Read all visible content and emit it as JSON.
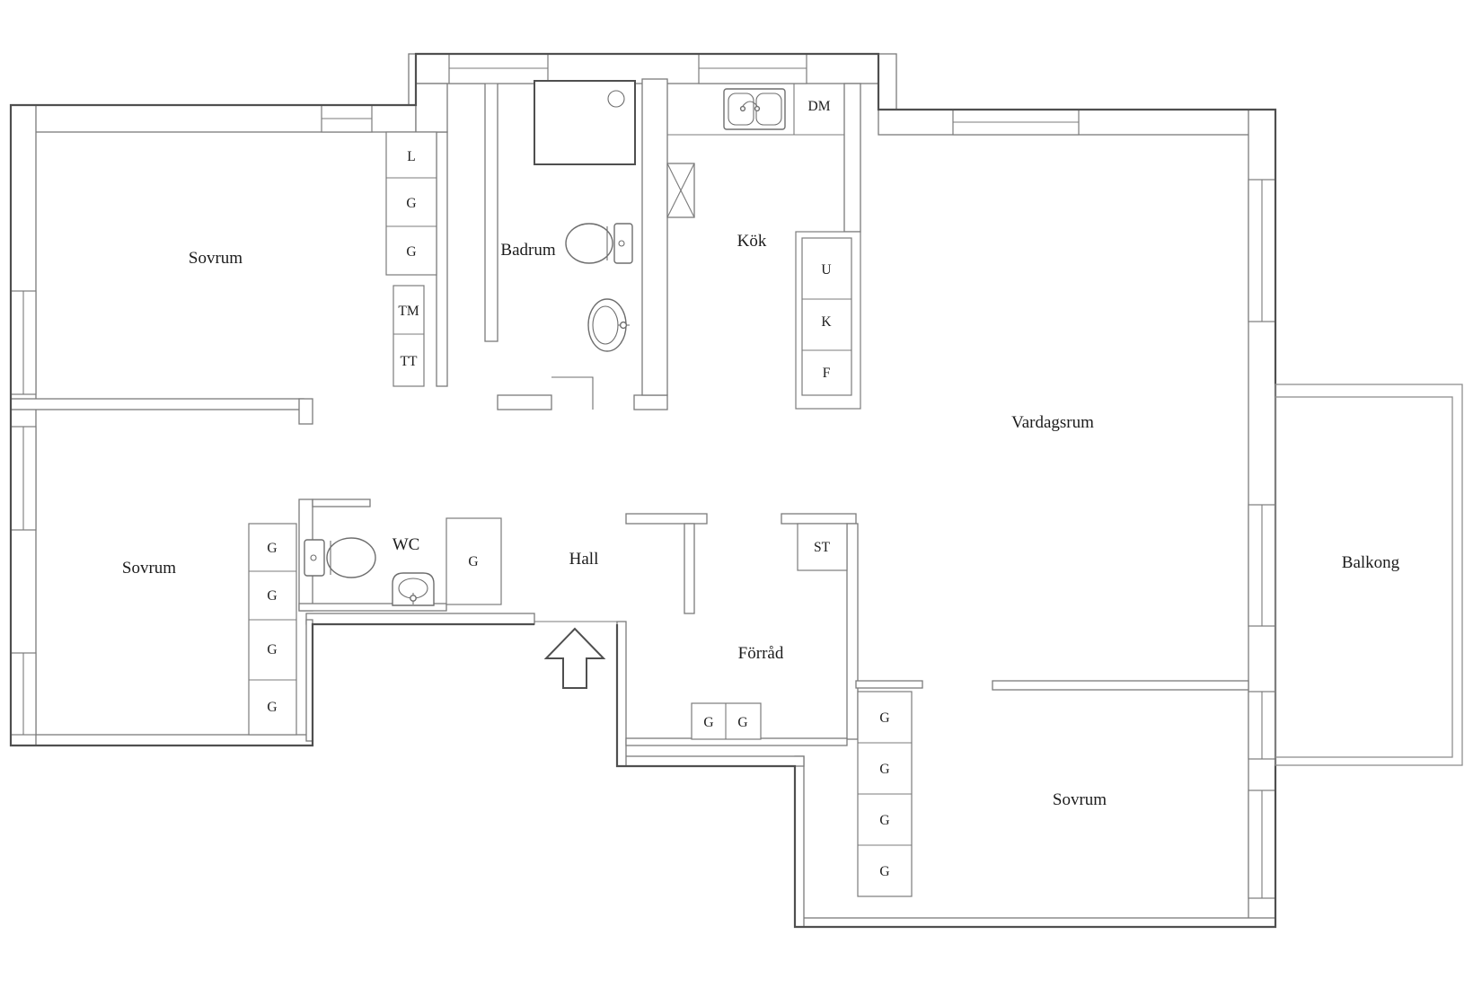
{
  "rooms": {
    "sovrum_top_left": "Sovrum",
    "sovrum_bottom_left": "Sovrum",
    "sovrum_bottom_right": "Sovrum",
    "badrum": "Badrum",
    "kok": "Kök",
    "vardagsrum": "Vardagsrum",
    "balkong": "Balkong",
    "hall": "Hall",
    "wc": "WC",
    "forrad": "Förråd"
  },
  "fixtures": {
    "l": "L",
    "g": "G",
    "tm": "TM",
    "tt": "TT",
    "dm": "DM",
    "u": "U",
    "k": "K",
    "f": "F",
    "st": "ST"
  },
  "colors": {
    "wall": "#7b7b7b",
    "outer_wall": "#4f4f4f",
    "text": "#1c1c1c",
    "background": "#ffffff"
  }
}
